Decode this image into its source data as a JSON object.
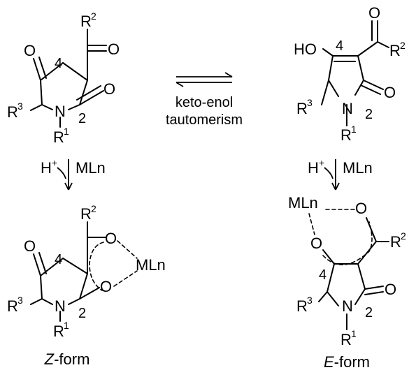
{
  "atoms": {
    "O": "O",
    "N": "N",
    "R": "R",
    "HO": "HO",
    "MLn": "MLn",
    "H": "H"
  },
  "superscripts": {
    "one": "1",
    "two": "2",
    "three": "3",
    "plus": "+"
  },
  "positions": {
    "c4": "4",
    "c2": "2"
  },
  "equilibrium": {
    "line1": "keto-enol",
    "line2": "tautomerism"
  },
  "captions": {
    "z_prefix": "Z",
    "e_prefix": "E",
    "suffix": "-form"
  }
}
